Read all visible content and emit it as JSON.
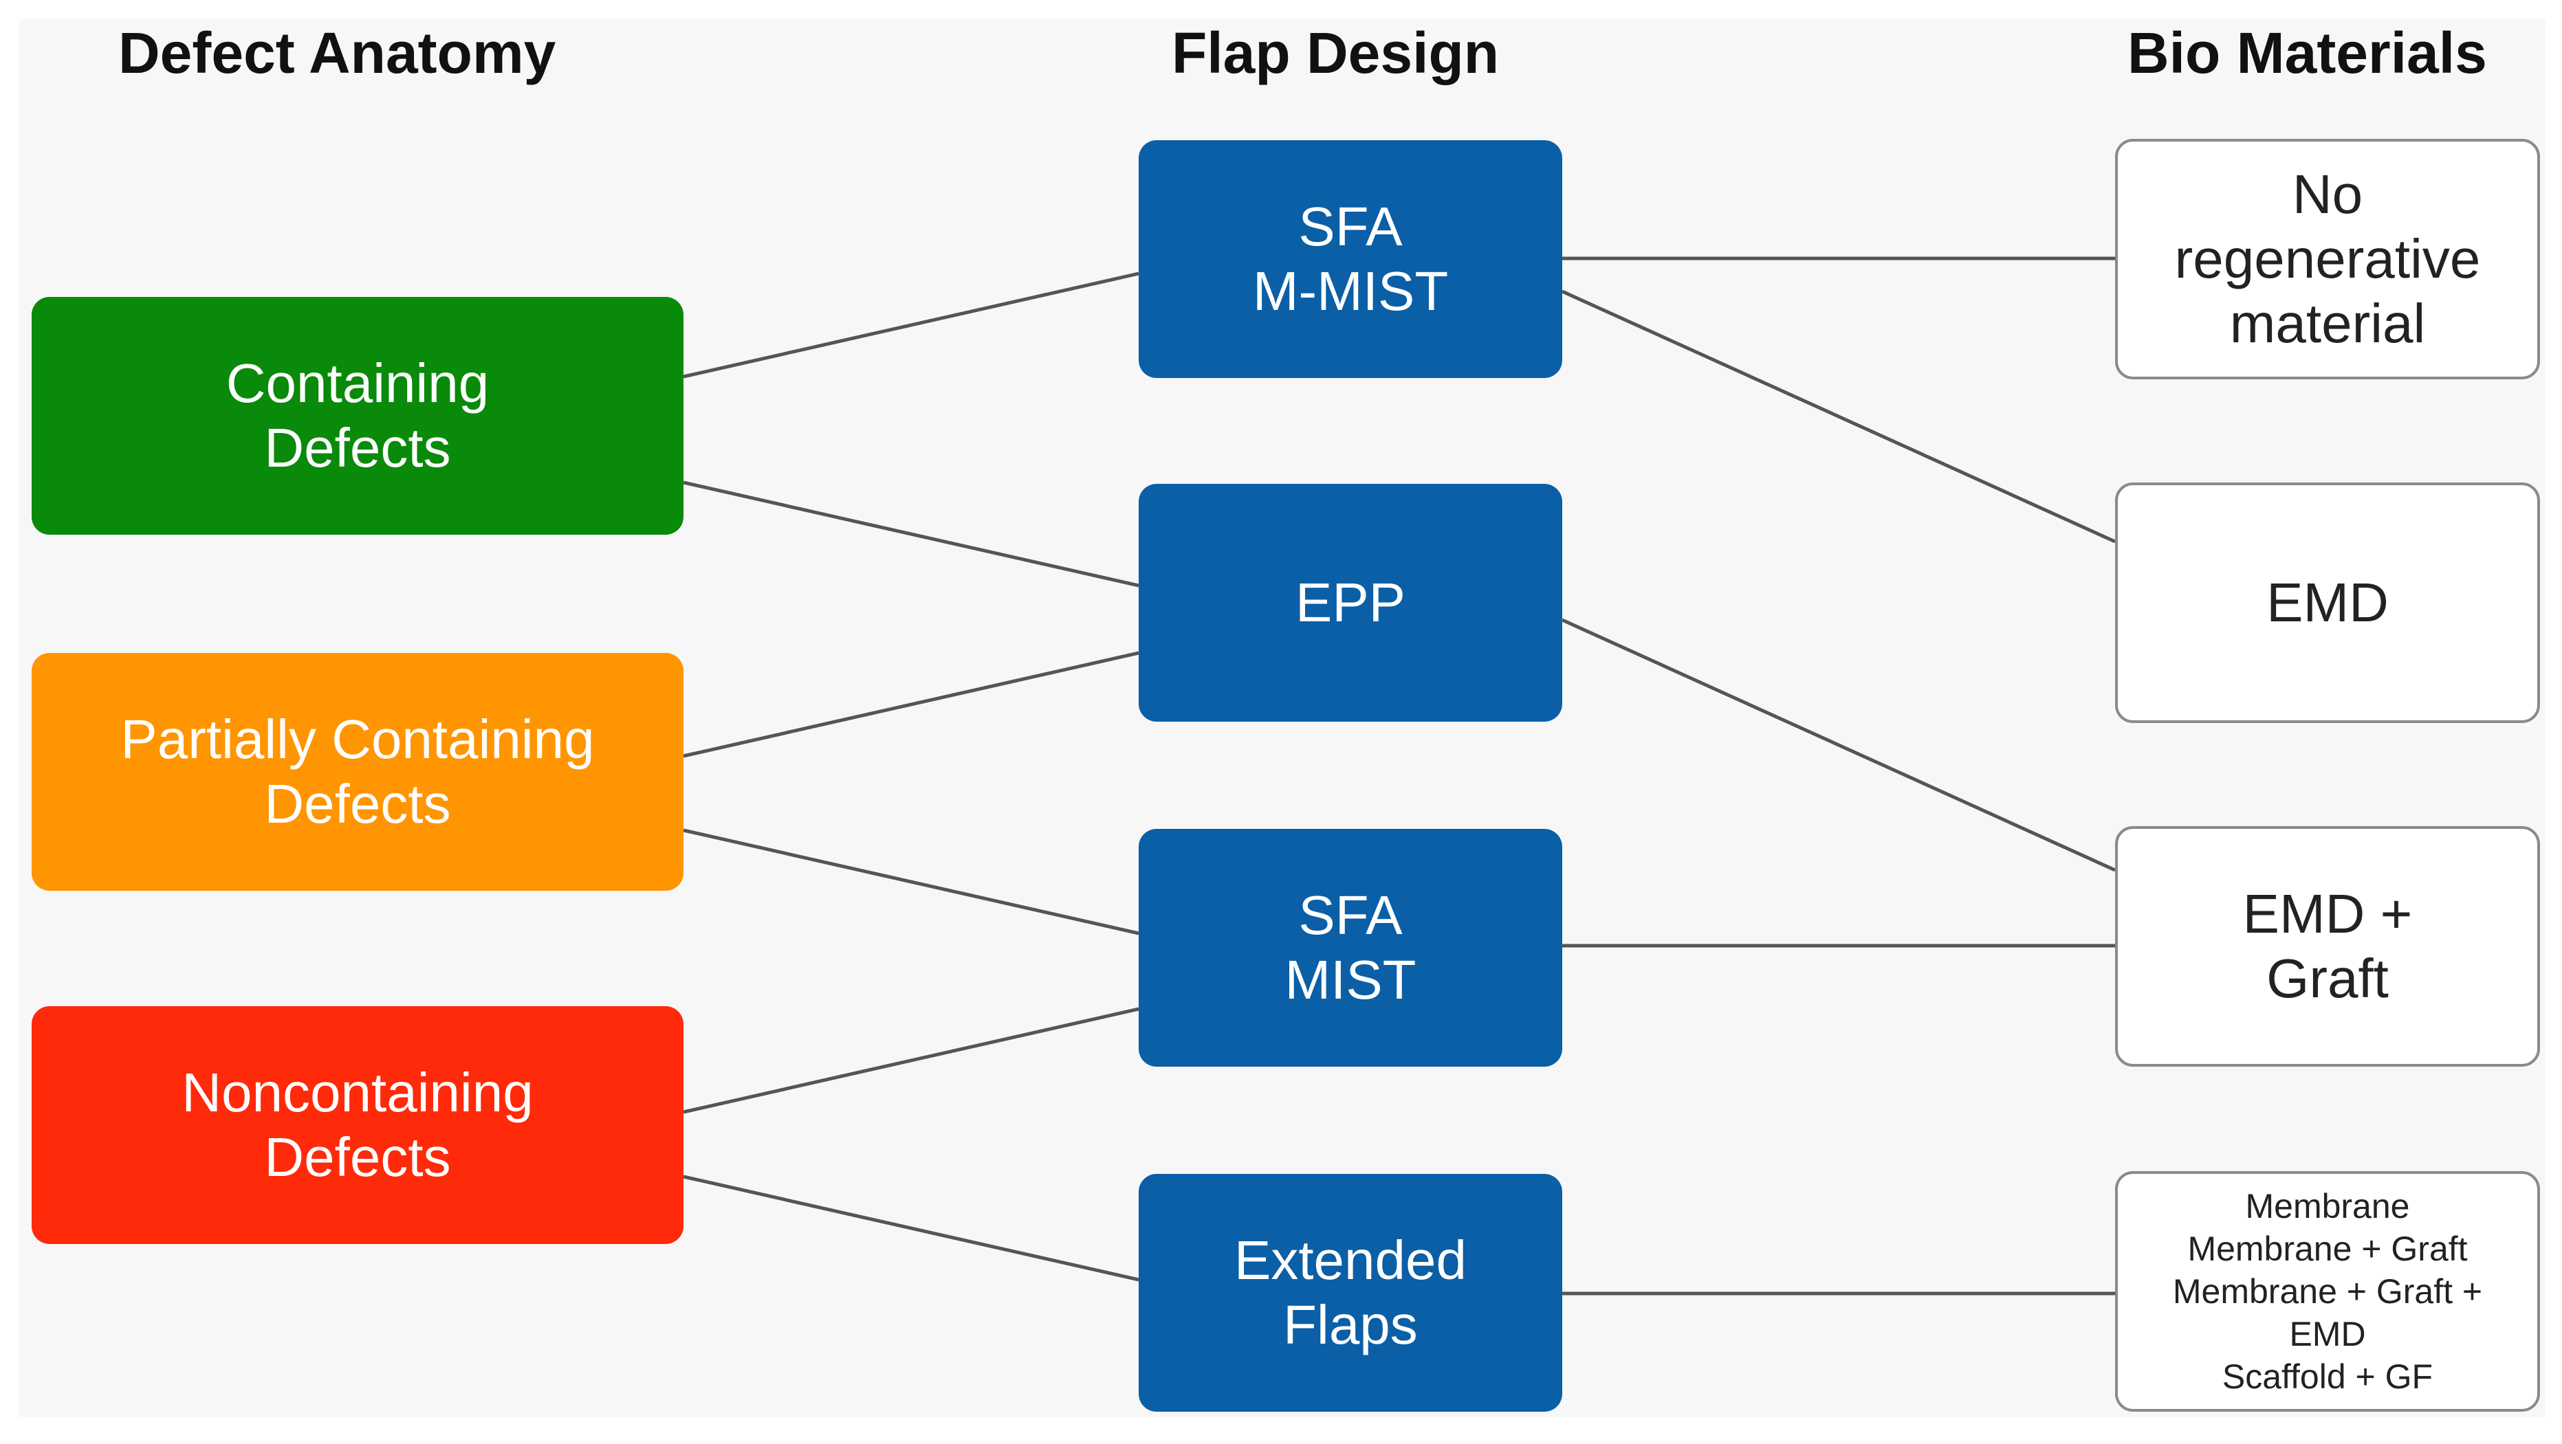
{
  "headers": {
    "anatomy": "Defect Anatomy",
    "flap": "Flap Design",
    "bio": "Bio Materials"
  },
  "anatomy": [
    {
      "label": "Containing\nDefects",
      "color": "#0a8a0a"
    },
    {
      "label": "Partially Containing\nDefects",
      "color": "#ff9500"
    },
    {
      "label": "Noncontaining\nDefects",
      "color": "#ff2a0a"
    }
  ],
  "flap": [
    {
      "label": "SFA\nM-MIST"
    },
    {
      "label": "EPP"
    },
    {
      "label": "SFA\nMIST"
    },
    {
      "label": "Extended\nFlaps"
    }
  ],
  "bio": [
    {
      "label": "No\nregenerative\nmaterial"
    },
    {
      "label": "EMD"
    },
    {
      "label": "EMD +\nGraft"
    },
    {
      "label": "Membrane\nMembrane + Graft\nMembrane + Graft +\nEMD\nScaffold + GF"
    }
  ],
  "colors": {
    "flap_fill": "#0b5fa6",
    "connector": "#555555",
    "bio_border": "#8a8a8a"
  }
}
